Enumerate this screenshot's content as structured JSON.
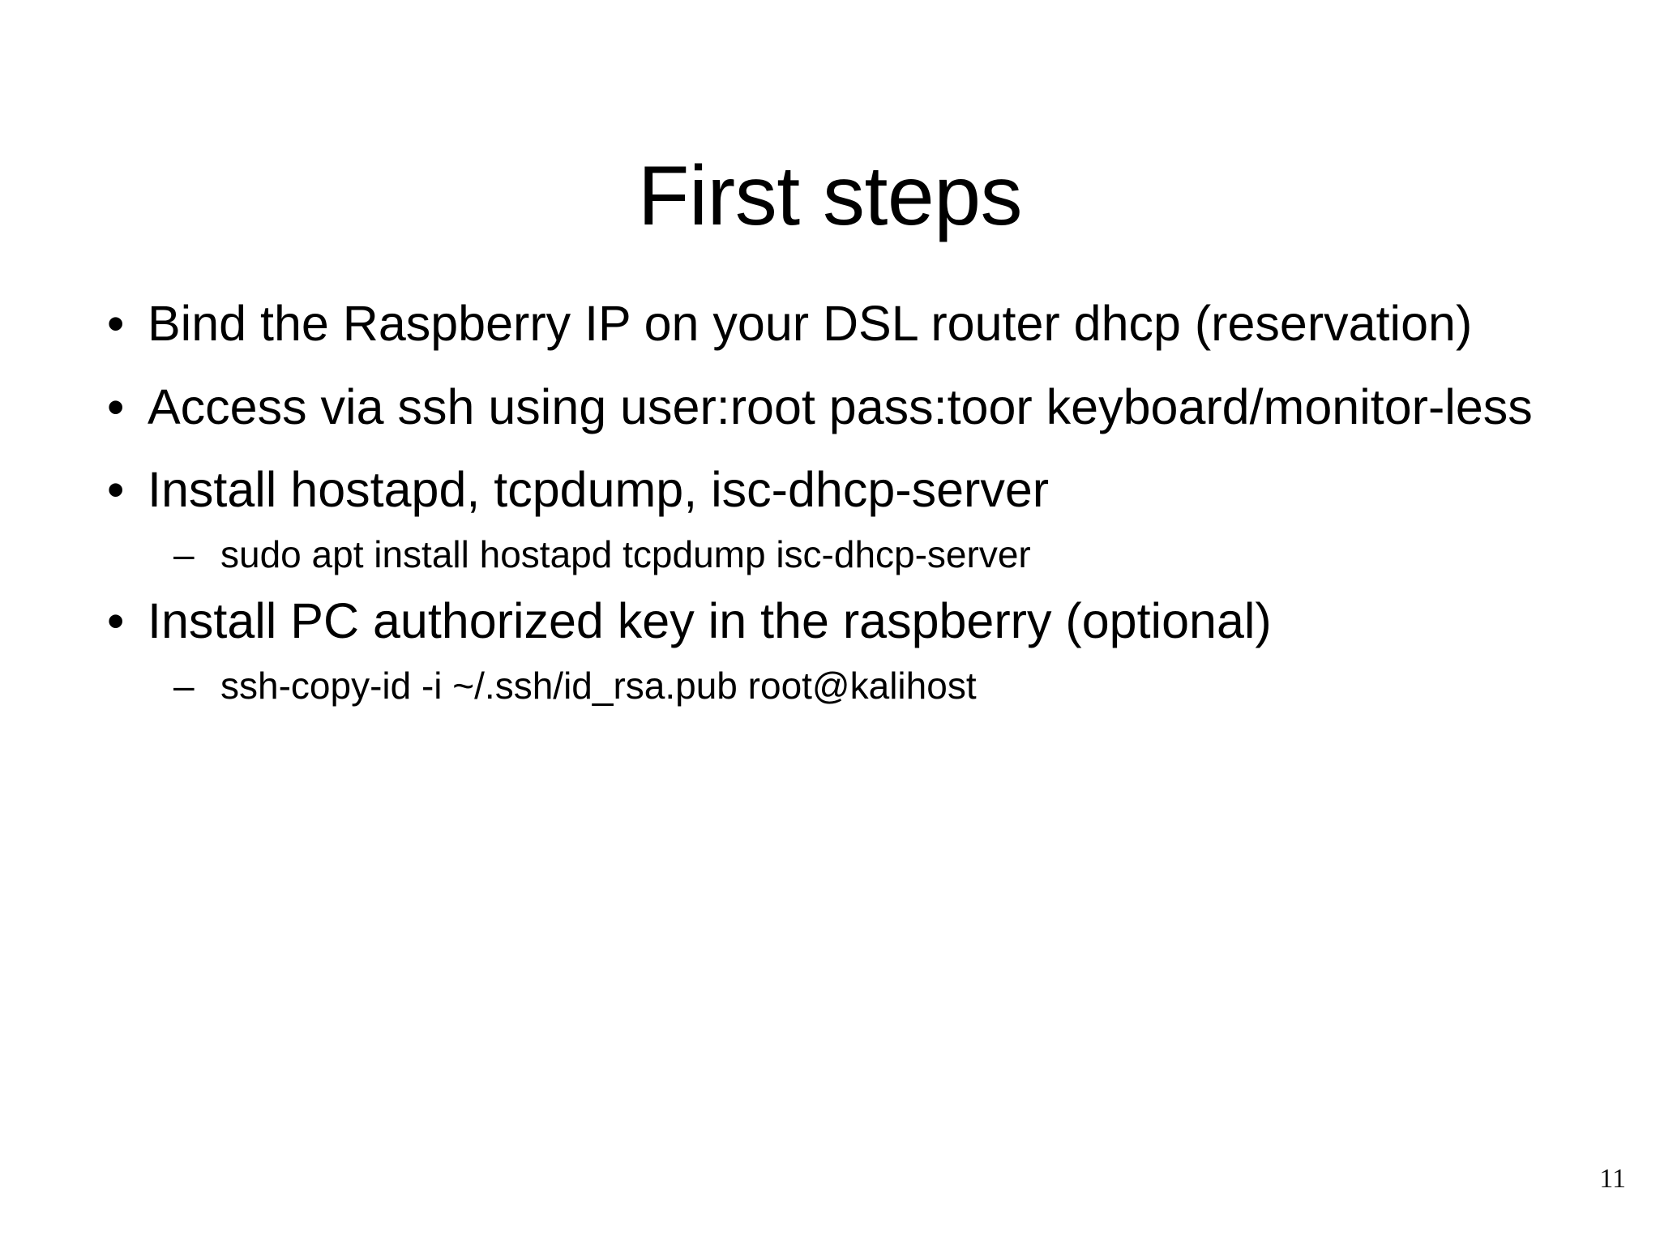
{
  "slide": {
    "title": "First steps",
    "page_number": "11",
    "background_color": "#ffffff",
    "text_color": "#000000",
    "bullets": [
      {
        "level": 1,
        "marker": "•",
        "text": "Bind the Raspberry IP on your DSL router dhcp (reservation)"
      },
      {
        "level": 1,
        "marker": "•",
        "text": "Access via ssh using user:root pass:toor keyboard/monitor-less"
      },
      {
        "level": 1,
        "marker": "•",
        "text": "Install hostapd, tcpdump, isc-dhcp-server"
      },
      {
        "level": 2,
        "marker": "–",
        "text": "sudo apt install hostapd tcpdump isc-dhcp-server"
      },
      {
        "level": 1,
        "marker": "•",
        "text": "Install PC authorized key in the raspberry (optional)"
      },
      {
        "level": 2,
        "marker": "–",
        "text": "ssh-copy-id -i ~/.ssh/id_rsa.pub root@kalihost"
      }
    ]
  }
}
